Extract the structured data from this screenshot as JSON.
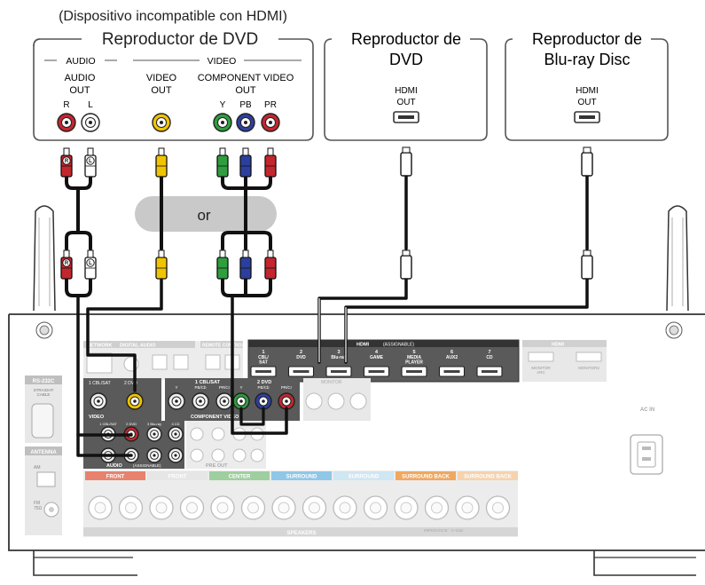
{
  "devices": {
    "dvd_legacy": {
      "note": "(Dispositivo incompatible con HDMI)",
      "title": "Reproductor de DVD",
      "audio_group": "AUDIO",
      "video_group": "VIDEO",
      "audio_out": "AUDIO\nOUT",
      "audio_r": "R",
      "audio_l": "L",
      "video_out": "VIDEO\nOUT",
      "component_out": "COMPONENT VIDEO\nOUT",
      "comp_y": "Y",
      "comp_pb": "PB",
      "comp_pr": "PR"
    },
    "dvd_hdmi": {
      "title": "Reproductor de\nDVD",
      "out": "HDMI\nOUT"
    },
    "bluray": {
      "title": "Reproductor de\nBlu-ray Disc",
      "out": "HDMI\nOUT"
    }
  },
  "alternative_label": "or",
  "plug_labels": {
    "right": "R",
    "left": "L"
  },
  "receiver": {
    "network": "NETWORK",
    "digital_audio": "DIGITAL AUDIO",
    "remote_control": "REMOTE CONTROL",
    "rs232c": "RS-232C",
    "rs232c_sub": "STRAIGHT\nCABLE",
    "antenna": "ANTENNA",
    "am": "AM",
    "fm": "FM\n75Ω",
    "hdmi_section": "HDMI",
    "hdmi_assign": "(ASSIGNABLE)",
    "hdmi_inputs": [
      {
        "num": "1",
        "name": "CBL/\nSAT"
      },
      {
        "num": "2",
        "name": "DVD"
      },
      {
        "num": "3",
        "name": "Blu-ray"
      },
      {
        "num": "4",
        "name": "GAME"
      },
      {
        "num": "5",
        "name": "MEDIA\nPLAYER"
      },
      {
        "num": "6",
        "name": "AUX2"
      },
      {
        "num": "7",
        "name": "CD"
      }
    ],
    "hdmi_out": "HDMI",
    "monitor_arc": "MONITOR\nARC",
    "monitor2": "MONITOR2",
    "video_in1": "1 CBL/SAT",
    "video_in2": "2 DVD",
    "video_label": "VIDEO",
    "comp_in1": "1 CBL/SAT",
    "comp_in2": "2 DVD",
    "comp_cols": [
      "Y",
      "PB/Cb",
      "PR/Cr"
    ],
    "monitor_out": "MONITOR",
    "component_video": "COMPONENT VIDEO",
    "assignable": "(ASSIGNABLE)",
    "audio_label": "AUDIO",
    "audio_cols": [
      "1 CBL/SAT",
      "2 DVD",
      "3 Blu-ray",
      "4 CD"
    ],
    "pre_out": "PRE OUT",
    "ac_in": "AC IN",
    "speaker_groups": [
      "FRONT",
      "FRONT",
      "CENTER",
      "SURROUND",
      "SURROUND",
      "SURROUND BACK",
      "SURROUND BACK"
    ],
    "speakers": "SPEAKERS",
    "impedance": "IMPEDANCE : 4~16Ω",
    "assignable_small": "ASSIGNABLE"
  },
  "colors": {
    "component_y": "#2e9e3e",
    "component_pb": "#2c3f9e",
    "component_pr": "#c4262e",
    "composite": "#f0c400",
    "audio_red": "#c4262e",
    "speaker_front": "#e8826e",
    "speaker_center": "#9fcf9f",
    "speaker_surround": "#8fc7e8",
    "speaker_back": "#f0a860"
  }
}
